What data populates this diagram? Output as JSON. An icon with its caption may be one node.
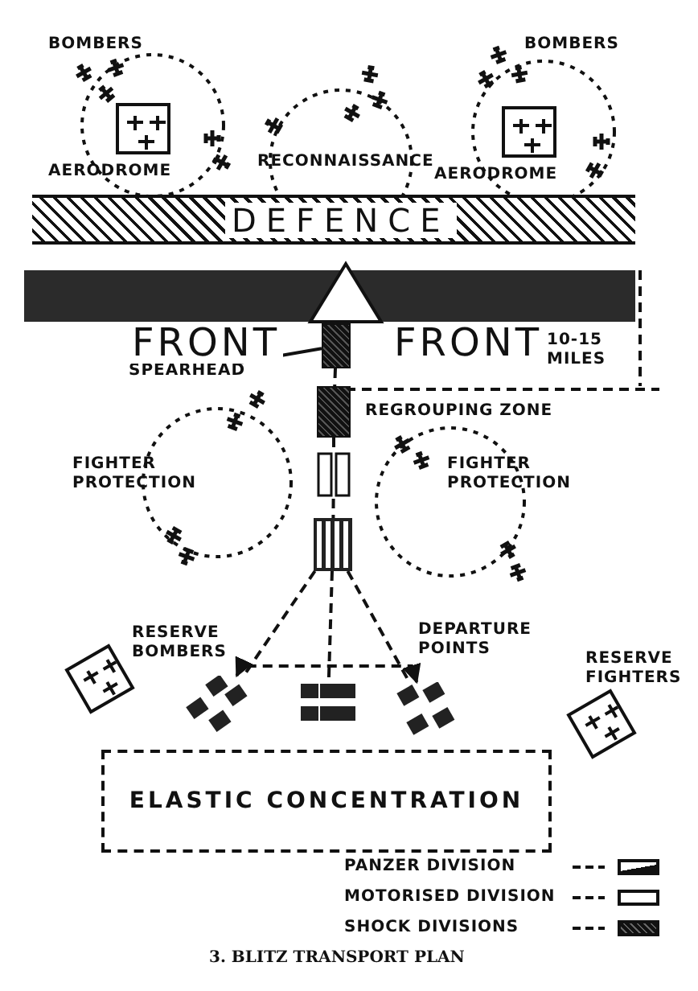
{
  "diagram": {
    "caption": "3. BLITZ TRANSPORT PLAN",
    "nodes": [
      {
        "text": [
          "AERODROME"
        ]
      },
      {
        "text": [
          "AERODROME"
        ]
      },
      {
        "text": [
          "DEFENCE"
        ]
      },
      {
        "text": [
          "SPEARHEAD"
        ]
      },
      {
        "text": [],
        "shape": "box"
      },
      {
        "text": [],
        "shape": "box",
        "beside": [
          "REGROUPING ZONE"
        ]
      },
      {
        "text": [],
        "shape": "box"
      },
      {
        "text": [],
        "shape": "box"
      },
      {
        "text": [
          "RESERVE BOMBERS"
        ]
      },
      {
        "text": [],
        "shape": "box"
      },
      {
        "text": [],
        "shape": "box"
      },
      {
        "text": [],
        "shape": "box"
      },
      {
        "text": [
          "RESERVE FIGHTERS"
        ]
      },
      {
        "text": [
          "ELASTIC CONCENTRATION"
        ]
      }
    ],
    "edges": [
      {
        "from": 3,
        "to": 4,
        "arrow": "none"
      },
      {
        "from": 4,
        "to": 5,
        "arrow": "none",
        "style": "dashed"
      },
      {
        "from": 5,
        "to": 6,
        "arrow": "none",
        "style": "dashed"
      },
      {
        "from": 6,
        "to": 7,
        "arrow": "none",
        "style": "dashed"
      },
      {
        "from": 7,
        "to": 9,
        "arrow": "none",
        "style": "dashed"
      },
      {
        "from": 7,
        "to": 10,
        "arrow": "none",
        "style": "dashed"
      },
      {
        "from": 7,
        "to": 11,
        "arrow": "none",
        "style": "dashed"
      },
      {
        "from": 9,
        "to": 11,
        "arrow": "both",
        "style": "dashed"
      }
    ],
    "labels": [
      "BOMBERS",
      "BOMBERS",
      "RECONNAISSANCE",
      "FRONT",
      "FRONT",
      "10-15 MILES",
      "FIGHTER PROTECTION",
      "FIGHTER PROTECTION",
      "DEPARTURE POINTS"
    ],
    "legend": [
      {
        "text": "PANZER DIVISION"
      },
      {
        "text": "MOTORISED DIVISION"
      },
      {
        "text": "SHOCK DIVISIONS"
      }
    ]
  }
}
